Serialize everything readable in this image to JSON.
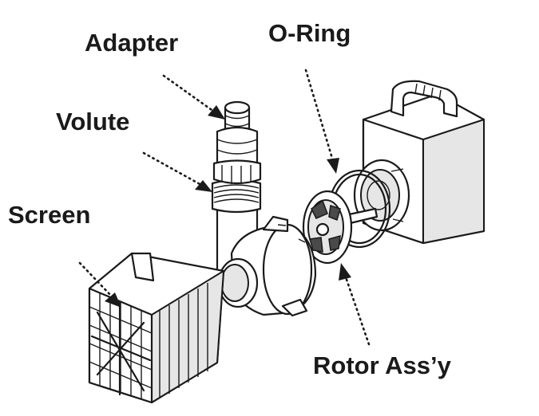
{
  "labels": {
    "adapter": "Adapter",
    "oring": "O-Ring",
    "volute": "Volute",
    "screen": "Screen",
    "rotor": "Rotor Ass’y"
  },
  "colors": {
    "line": "#1a1a1a",
    "fill": "#ffffff",
    "shade": "#e6e6e6"
  }
}
